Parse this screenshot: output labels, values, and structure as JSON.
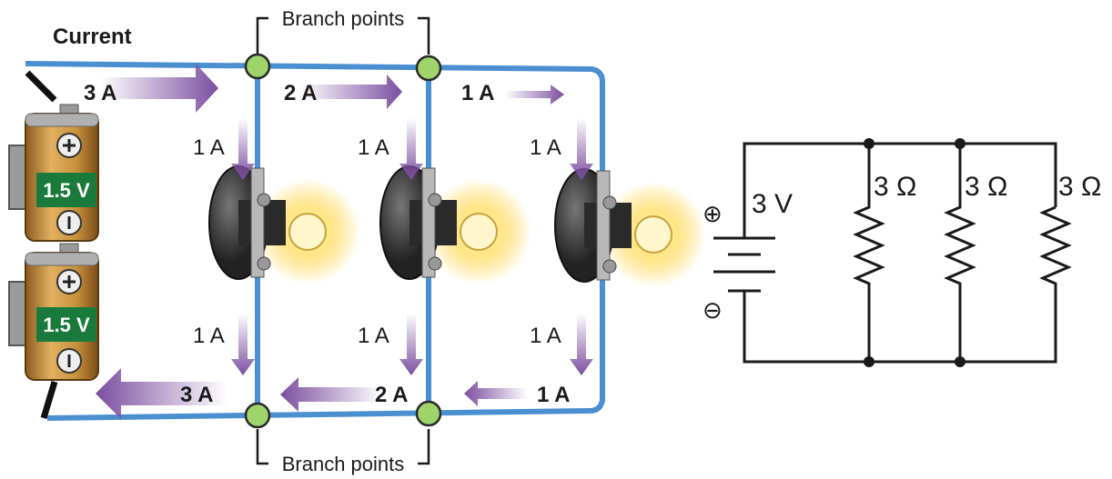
{
  "diagram": {
    "title": "Current",
    "branch_label_top": "Branch points",
    "branch_label_bottom": "Branch points",
    "battery_cells": [
      "1.5 V",
      "1.5 V"
    ],
    "currents": {
      "top_main": "3 A",
      "top_middle": "2 A",
      "top_right": "1 A",
      "branch_1_upper": "1 A",
      "branch_2_upper": "1 A",
      "branch_3_upper": "1 A",
      "branch_1_lower": "1 A",
      "branch_2_lower": "1 A",
      "branch_3_lower": "1 A",
      "bottom_main": "3 A",
      "bottom_middle": "2 A",
      "bottom_right": "1 A"
    },
    "schematic": {
      "source_voltage": "3 V",
      "plus_symbol": "⊕",
      "minus_symbol": "⊖",
      "resistors": [
        "3 Ω",
        "3 Ω",
        "3 Ω"
      ]
    },
    "colors": {
      "wire": "#4a8fd0",
      "arrow": "#7b4ea0",
      "branch_point": "#9fd46a",
      "cell_band": "#1a7a3c",
      "cell_body": "#c8923c",
      "bulb_glow": "#ffd860"
    }
  }
}
